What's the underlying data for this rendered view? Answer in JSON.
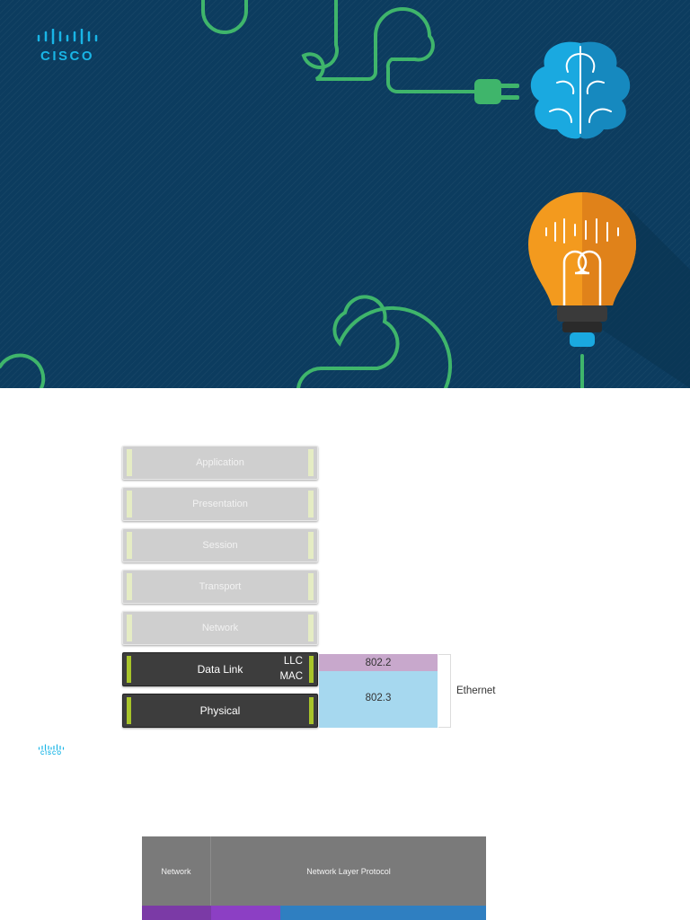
{
  "hero": {
    "logo_text": "CISCO",
    "icons": [
      "circuit-lines",
      "plug-icon",
      "brain-icon",
      "lightbulb-icon"
    ]
  },
  "osi": {
    "layers": [
      {
        "label": "Application"
      },
      {
        "label": "Presentation"
      },
      {
        "label": "Session"
      },
      {
        "label": "Transport"
      },
      {
        "label": "Network"
      },
      {
        "label": "Data Link",
        "sublayers": [
          "LLC",
          "MAC"
        ]
      },
      {
        "label": "Physical"
      }
    ],
    "standards": {
      "llc": "802.2",
      "mac_phy": "802.3"
    },
    "group_label": "Ethernet"
  },
  "footer_logo_text": "CISCO",
  "protocol_table": {
    "left_header": "Network",
    "main_header": "Network Layer Protocol"
  },
  "colors": {
    "hero_bg": "#0c3c5f",
    "circuit": "#3fb56b",
    "brain": "#1aa9e0",
    "bulb": "#f39a1e",
    "accent_green": "#a8c42a",
    "llc": "#c8a8cc",
    "mac": "#a6d8ef"
  }
}
